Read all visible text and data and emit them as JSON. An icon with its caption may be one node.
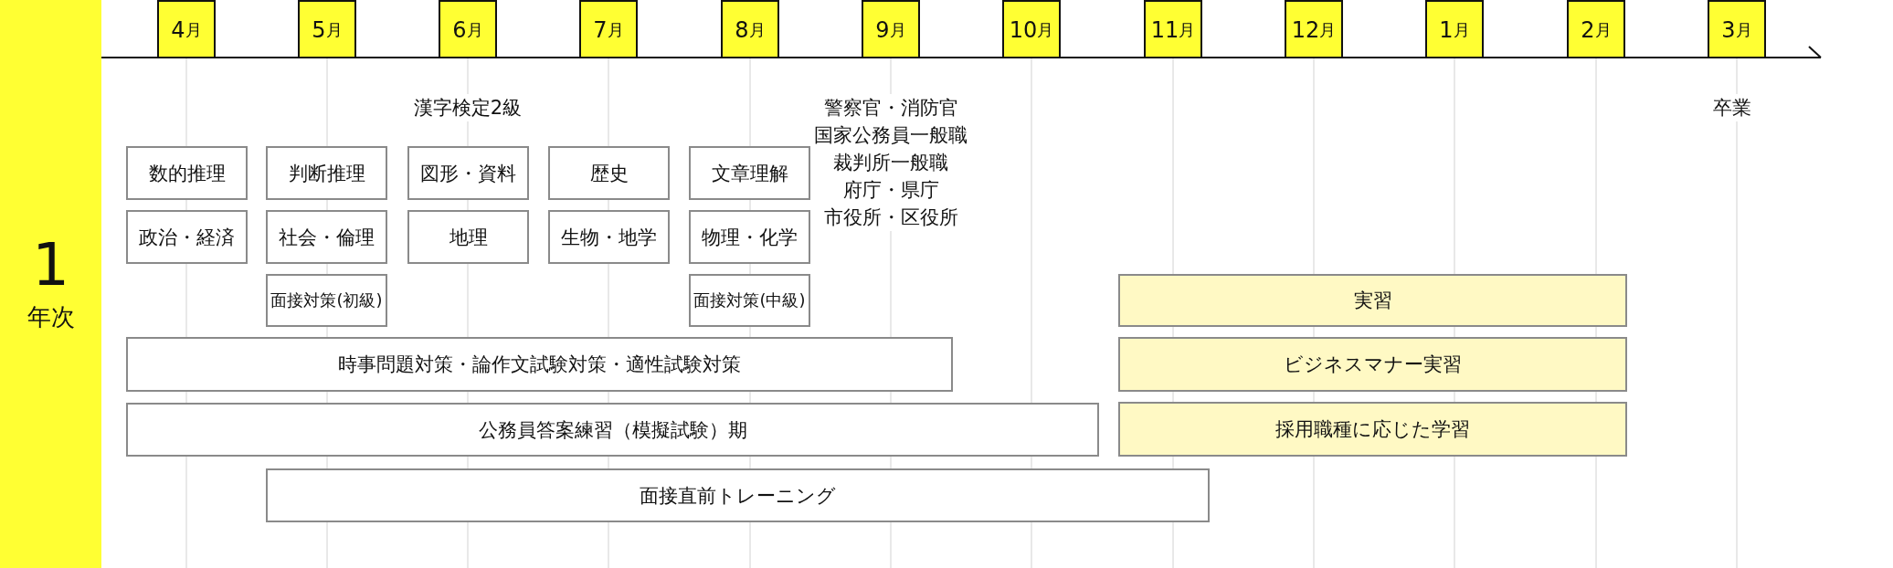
{
  "diagram": {
    "nodes": [
      {
        "text": [
          "1",
          "年次"
        ]
      },
      {
        "text": [
          "4月"
        ]
      },
      {
        "text": [
          "5月"
        ]
      },
      {
        "text": [
          "6月"
        ]
      },
      {
        "text": [
          "7月"
        ]
      },
      {
        "text": [
          "8月"
        ]
      },
      {
        "text": [
          "9月"
        ]
      },
      {
        "text": [
          "10月"
        ]
      },
      {
        "text": [
          "11月"
        ]
      },
      {
        "text": [
          "12月"
        ]
      },
      {
        "text": [
          "1月"
        ]
      },
      {
        "text": [
          "2月"
        ]
      },
      {
        "text": [
          "3月"
        ]
      },
      {
        "text": [
          "数的推理"
        ]
      },
      {
        "text": [
          "判断推理"
        ]
      },
      {
        "text": [
          "図形・資料"
        ]
      },
      {
        "text": [
          "歴史"
        ]
      },
      {
        "text": [
          "文章理解"
        ]
      },
      {
        "text": [
          "政治・経済"
        ]
      },
      {
        "text": [
          "社会・倫理"
        ]
      },
      {
        "text": [
          "地理"
        ]
      },
      {
        "text": [
          "生物・地学"
        ]
      },
      {
        "text": [
          "物理・化学"
        ]
      },
      {
        "text": [
          "面接対策(初級)"
        ]
      },
      {
        "text": [
          "面接対策(中級)"
        ]
      },
      {
        "text": [
          "実習"
        ]
      },
      {
        "text": [
          "時事問題対策・論作文試験対策・適性試験対策"
        ]
      },
      {
        "text": [
          "ビジネスマナー実習"
        ]
      },
      {
        "text": [
          "公務員答案練習（模擬試験）期"
        ]
      },
      {
        "text": [
          "採用職種に応じた学習"
        ]
      },
      {
        "text": [
          "面接直前トレーニング"
        ]
      }
    ],
    "labels": [
      "漢字検定2級",
      "警察官・消防官",
      "国家公務員一般職",
      "裁判所一般職",
      "府庁・県庁",
      "市役所・区役所",
      "卒業"
    ]
  }
}
